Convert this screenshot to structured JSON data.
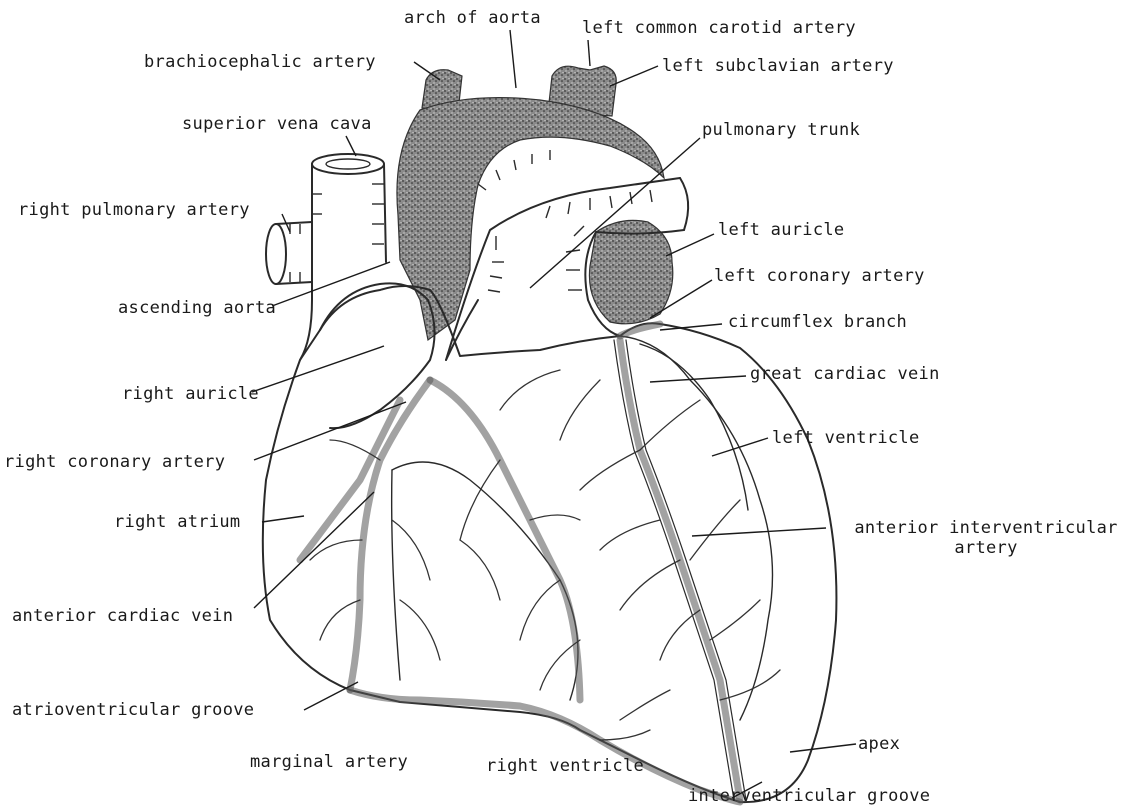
{
  "labels": {
    "arch_of_aorta": "arch of aorta",
    "left_common_carotid_artery": "left common carotid artery",
    "brachiocephalic_artery": "brachiocephalic artery",
    "left_subclavian_artery": "left subclavian artery",
    "superior_vena_cava": "superior vena cava",
    "pulmonary_trunk": "pulmonary trunk",
    "right_pulmonary_artery": "right pulmonary artery",
    "left_auricle": "left auricle",
    "left_coronary_artery": "left coronary artery",
    "ascending_aorta": "ascending aorta",
    "circumflex_branch": "circumflex branch",
    "right_auricle": "right auricle",
    "great_cardiac_vein": "great cardiac vein",
    "left_ventricle": "left ventricle",
    "right_coronary_artery": "right coronary artery",
    "right_atrium": "right atrium",
    "anterior_interventricular_artery_line1": "anterior interventricular",
    "anterior_interventricular_artery_line2": "artery",
    "anterior_cardiac_vein": "anterior cardiac vein",
    "atrioventricular_groove": "atrioventricular groove",
    "apex": "apex",
    "marginal_artery": "marginal artery",
    "right_ventricle": "right ventricle",
    "interventricular_groove": "interventricular groove"
  }
}
